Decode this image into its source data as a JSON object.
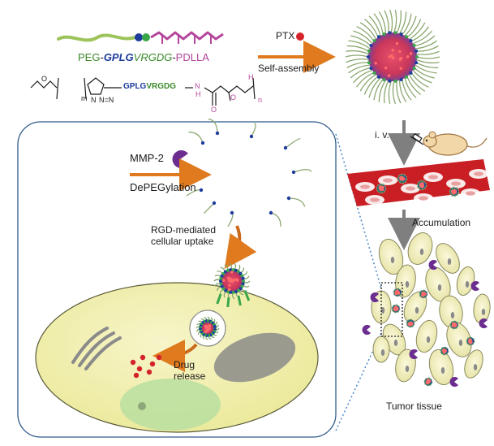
{
  "top": {
    "polymer_name": {
      "peg": "PEG",
      "gplg": "GPLG",
      "vrgdg": "VRGDG",
      "pdlla": "PDLLA",
      "dash": "-"
    },
    "ptx_label": "PTX",
    "self_assembly_label": "Self-assembly",
    "structure": {
      "o_left": "O",
      "o_right": "O",
      "m": "m",
      "n": "n",
      "n1": "N",
      "n2": "N=N",
      "nh": "N",
      "h": "H",
      "oh": "H",
      "carbonyl_o": "O",
      "gplg": "GPLG",
      "vrgdg": "VRGDG"
    }
  },
  "cell_panel": {
    "mmp_label": "MMP-2",
    "depeg_label": "DePEGylation",
    "rgd_line1": "RGD-mediated",
    "rgd_line2": "cellular uptake",
    "drug_line1": "Drug",
    "drug_line2": "release"
  },
  "right": {
    "iv_label": "i. v.",
    "accumulation_label": "Accumulation",
    "tumor_label": "Tumor tissue"
  },
  "colors": {
    "peg_green": "#3a8a2a",
    "peptide_blue": "#1d3c9c",
    "pdlla_magenta": "#b5459b",
    "arrow_orange": "#e07a1f",
    "arrow_gray": "#7f7f7f",
    "mmp_purple": "#6b2d8f",
    "cell_yellow": "#f3f0bf",
    "vessel_red": "#c81e24",
    "drug_red": "#d4232a"
  }
}
